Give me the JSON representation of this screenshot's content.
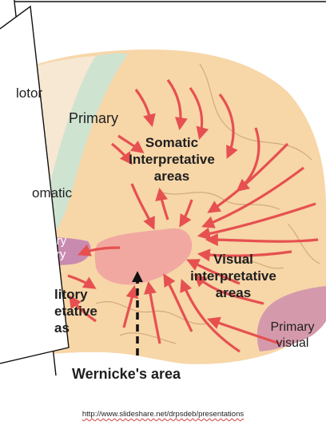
{
  "labels": {
    "motor": "lotor",
    "primary": "Primary",
    "somatic_interp": [
      "Somatic",
      "Interpretative",
      "areas"
    ],
    "somatic": "omatic",
    "primary_auditory": [
      "nary",
      "itory"
    ],
    "auditory_interp": [
      "litory",
      "etative",
      "as"
    ],
    "visual_interp": [
      "Visual",
      "interpretative",
      "areas"
    ],
    "primary_visual": [
      "Primary",
      "visual"
    ],
    "wernicke": "Wernicke's area"
  },
  "caption": "http://www.slideshare.net/drpsdeb/presentations",
  "colors": {
    "cortex": "#f7d6a8",
    "motor_strip": "#f6e8d3",
    "somatic_strip": "#cfe3d1",
    "wernicke": "#f0a0a0",
    "primary_visual": "#d49aac",
    "primary_auditory": "#c98ab0",
    "arrows": "#e65050",
    "sulci": "#c8a072",
    "outline": "#111111"
  }
}
